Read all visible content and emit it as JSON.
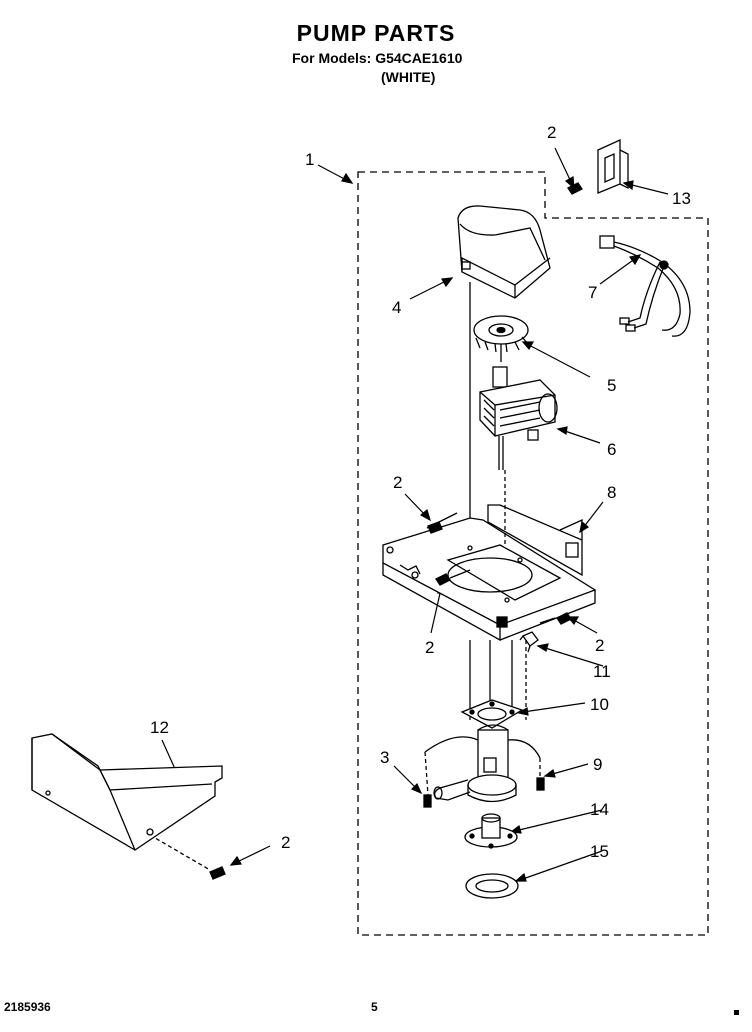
{
  "header": {
    "title": "PUMP PARTS",
    "models": "For Models: G54CAE1610",
    "color": "(WHITE)"
  },
  "footer": {
    "doc_number": "2185936",
    "page_number": "5"
  },
  "callouts": [
    "1",
    "2",
    "13",
    "7",
    "4",
    "5",
    "6",
    "8",
    "2",
    "2",
    "2",
    "11",
    "10",
    "3",
    "9",
    "14",
    "15",
    "12",
    "2"
  ]
}
